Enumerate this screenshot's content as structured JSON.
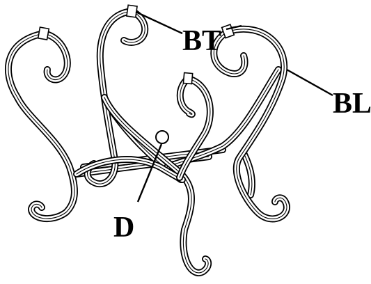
{
  "labels": {
    "bt": "BT",
    "bl": "BL",
    "d": "D"
  },
  "colors": {
    "line": "#000000",
    "background": "#ffffff"
  }
}
